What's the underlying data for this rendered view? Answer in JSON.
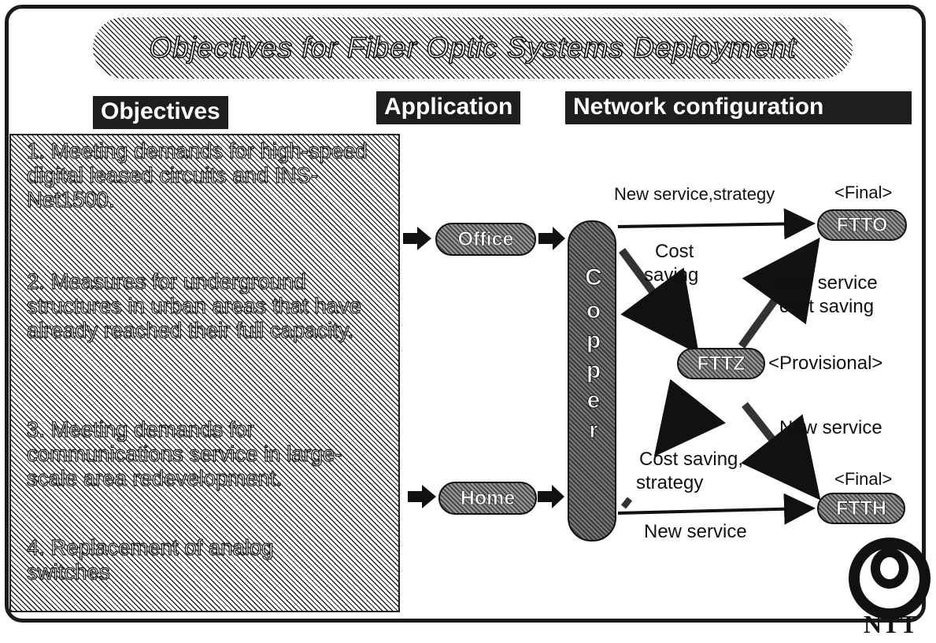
{
  "title": "Objectives for Fiber Optic Systems Deployment",
  "headers": {
    "objectives": "Objectives",
    "application": "Application",
    "network": "Network configuration"
  },
  "objectives": [
    "1. Meeting demands for high-speed digital leased circuits and INS-Net1500.",
    "2. Measures for underground structures in urban areas that have already reached their full capacity.",
    "3. Meeting demands for communications service in large-scale area redevelopment.",
    "4. Replacement of analog switches"
  ],
  "applications": {
    "office": "Office",
    "home": "Home"
  },
  "copper_letters": [
    "C",
    "o",
    "p",
    "p",
    "e",
    "r"
  ],
  "nodes": {
    "ftto": "FTTO",
    "fttz": "FTTZ",
    "ftth": "FTTH"
  },
  "stage_labels": {
    "ftto": "<Final>",
    "fttz": "<Provisional>",
    "ftth": "<Final>"
  },
  "edge_labels": {
    "copper_to_ftto": "New service,strategy",
    "copper_to_fttz_line1": "Cost",
    "copper_to_fttz_line2": "saving",
    "fttz_to_ftto_line1": "New service",
    "fttz_to_ftto_line2": "cost saving",
    "fttz_to_ftth": "New service",
    "fttz_to_copper_line1": "Cost saving,",
    "fttz_to_copper_line2": "strategy",
    "copper_to_ftth": "New service"
  },
  "logo": {
    "text": "NTT",
    "icon": "ntt-logo-icon"
  }
}
